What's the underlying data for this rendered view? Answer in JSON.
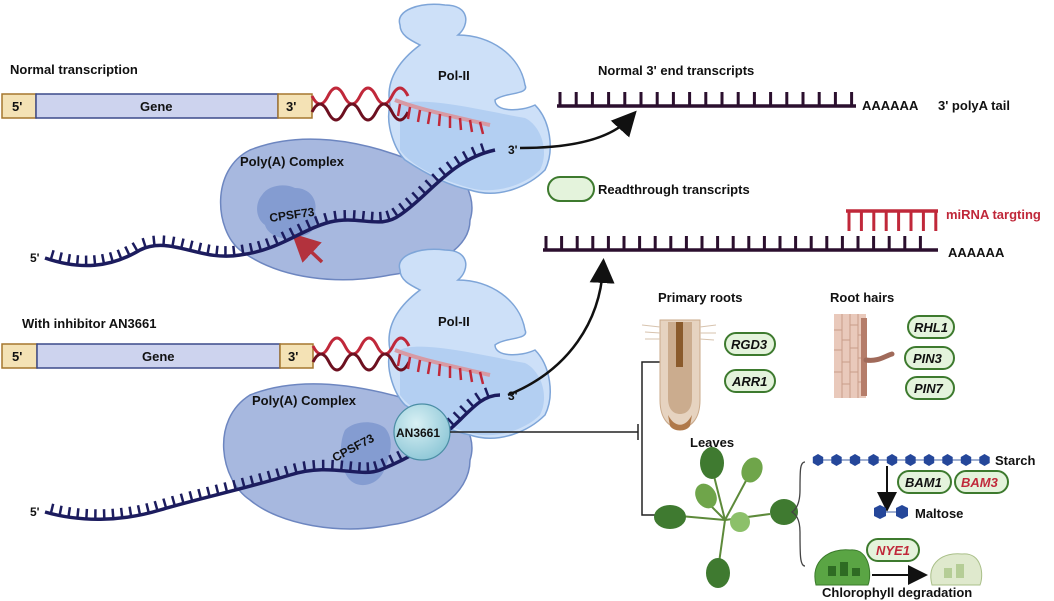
{
  "panels": {
    "normal": {
      "title": "Normal transcription",
      "gene": {
        "five_prime": "5'",
        "label": "Gene",
        "three_prime": "3'"
      },
      "polymerase": "Pol-II",
      "complex": "Poly(A) Complex",
      "enzyme": "CPSF73",
      "rna_5": "5'",
      "rna_3": "3'"
    },
    "inhibitor": {
      "title": "With inhibitor AN3661",
      "gene": {
        "five_prime": "5'",
        "label": "Gene",
        "three_prime": "3'"
      },
      "polymerase": "Pol-II",
      "complex": "Poly(A) Complex",
      "enzyme": "CPSF73",
      "inhibitor": "AN3661",
      "rna_5": "5'",
      "rna_3": "3'"
    }
  },
  "transcripts": {
    "normal_title": "Normal 3' end transcripts",
    "normal_tail": "AAAAAA",
    "normal_tail_label": "3' polyA tail",
    "legend_label": "Readthrough transcripts",
    "readthrough_tail": "AAAAAA",
    "mirna_label": "miRNA targting"
  },
  "effects": {
    "primary_roots": {
      "title": "Primary roots",
      "genes": [
        "RGD3",
        "ARR1"
      ]
    },
    "root_hairs": {
      "title": "Root hairs",
      "genes": [
        "RHL1",
        "PIN3",
        "PIN7"
      ]
    },
    "leaves": {
      "title": "Leaves",
      "starch": "Starch",
      "maltose": "Maltose",
      "starch_genes": [
        "BAM1",
        "BAM3"
      ],
      "chlorophyll_gene": "NYE1",
      "chlorophyll_label": "Chlorophyll degradation"
    }
  },
  "colors": {
    "dna_red": "#c0283a",
    "rna_navy": "#1c1c5e",
    "transcript_purple": "#2b0f2e",
    "complex_blue": "#a7b8df",
    "polii_blue": "#cde0f8",
    "pill_green_border": "#3d7a2e",
    "pill_green_fill": "#e4f3dc",
    "red_gene": "#c0283a"
  }
}
